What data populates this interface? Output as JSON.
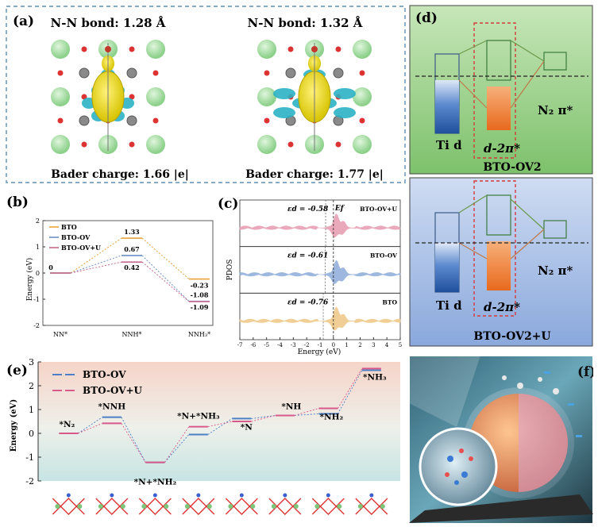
{
  "panel_a": {
    "label": "(a)",
    "left": {
      "bond": "N-N bond: 1.28 Å",
      "charge": "Bader charge: 1.66 |e|"
    },
    "right": {
      "bond": "N-N bond: 1.32 Å",
      "charge": "Bader charge: 1.77 |e|"
    }
  },
  "panel_d": {
    "label": "(d)",
    "top": {
      "ti": "Ti d",
      "mid": "d-2π*",
      "n2": "N₂ π*",
      "title": "BTO-OV2"
    },
    "bottom": {
      "ti": "Ti d",
      "mid": "d-2π*",
      "n2": "N₂ π*",
      "title": "BTO-OV2+U"
    }
  },
  "panel_f": {
    "label": "(f)"
  },
  "chart_data": [
    {
      "id": "b",
      "label": "(b)",
      "type": "line",
      "ylabel": "Energy (eV)",
      "ylim": [
        -2,
        2
      ],
      "yticks": [
        "2",
        "1",
        "0",
        "-1",
        "-2"
      ],
      "categories": [
        "NN*",
        "NNH*",
        "NNH₃*"
      ],
      "series": [
        {
          "name": "BTO",
          "color": "#e8a33c",
          "values": [
            0,
            1.33,
            -0.23
          ]
        },
        {
          "name": "BTO-OV",
          "color": "#6f8fc7",
          "values": [
            0,
            0.67,
            -1.08
          ]
        },
        {
          "name": "BTO-OV+U",
          "color": "#c56a8e",
          "values": [
            0,
            0.42,
            -1.09
          ]
        }
      ],
      "value_labels": [
        "0",
        "1.33",
        "0.67",
        "0.42",
        "-0.23",
        "-1.08",
        "-1.09"
      ]
    },
    {
      "id": "c",
      "label": "(c)",
      "type": "area",
      "ylabel": "PDOS",
      "xlabel": "Energy (eV)",
      "xlim": [
        -7,
        5
      ],
      "xticks": [
        "-7",
        "-6",
        "-5",
        "-4",
        "-3",
        "-2",
        "-1",
        "0",
        "1",
        "2",
        "3",
        "4",
        "5"
      ],
      "fermi": "Ef",
      "series": [
        {
          "name": "BTO-OV+U",
          "color": "#e8a0b4",
          "center": "-0.58",
          "center_text": "εd = -0.58"
        },
        {
          "name": "BTO-OV",
          "color": "#93b0db",
          "center": "-0.61",
          "center_text": "εd = -0.61"
        },
        {
          "name": "BTO",
          "color": "#f0c98a",
          "center": "-0.76",
          "center_text": "εd = -0.76"
        }
      ]
    },
    {
      "id": "e",
      "label": "(e)",
      "type": "line",
      "ylabel": "Energy (eV)",
      "ylim": [
        -2,
        3
      ],
      "yticks": [
        "3",
        "2",
        "1",
        "0",
        "-1",
        "-2"
      ],
      "categories": [
        "*N₂",
        "*NNH",
        "*N+*NH₂",
        "*N+*NH₃",
        "*N",
        "*NH",
        "*NH₂",
        "*NH₃"
      ],
      "series": [
        {
          "name": "BTO-OV",
          "color": "#4d7fc4",
          "values": [
            0,
            0.68,
            -1.22,
            -0.05,
            0.62,
            0.75,
            0.82,
            2.65
          ]
        },
        {
          "name": "BTO-OV+U",
          "color": "#d85a8a",
          "values": [
            0,
            0.42,
            -1.22,
            0.28,
            0.5,
            0.75,
            1.05,
            2.72
          ]
        }
      ]
    }
  ]
}
